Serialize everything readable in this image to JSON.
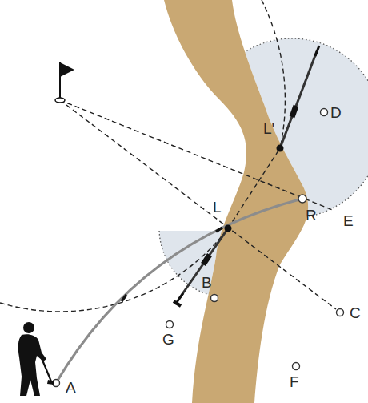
{
  "diagram": {
    "labels": [
      "L'",
      "D",
      "L",
      "R",
      "E",
      "B",
      "G",
      "C",
      "F",
      "A"
    ]
  }
}
